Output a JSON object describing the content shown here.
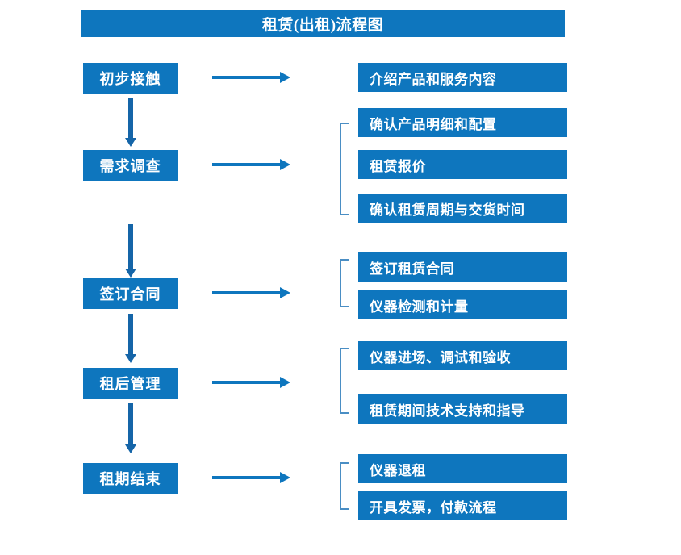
{
  "chart": {
    "title": "租赁(出租)流程图",
    "accent_color": "#0e76be",
    "arrow_color": "#1565a8",
    "bracket_color": "#4a8ec4",
    "background_color": "#ffffff"
  },
  "stages": [
    {
      "label": "初步接触"
    },
    {
      "label": "需求调查"
    },
    {
      "label": "签订合同"
    },
    {
      "label": "租后管理"
    },
    {
      "label": "租期结束"
    }
  ],
  "details": [
    {
      "label": "介绍产品和服务内容"
    },
    {
      "label": "确认产品明细和配置"
    },
    {
      "label": "租赁报价"
    },
    {
      "label": "确认租赁周期与交货时间"
    },
    {
      "label": "签订租赁合同"
    },
    {
      "label": "仪器检测和计量"
    },
    {
      "label": "仪器进场、调试和验收"
    },
    {
      "label": "租赁期间技术支持和指导"
    },
    {
      "label": "仪器退租"
    },
    {
      "label": "开具发票，付款流程"
    }
  ]
}
